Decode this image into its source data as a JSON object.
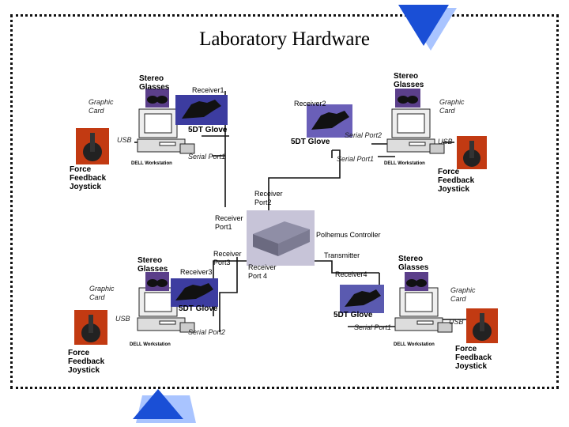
{
  "title": "Laboratory Hardware",
  "labels": {
    "stereo_glasses": "Stereo\nGlasses",
    "graphic_card_italic": "Graphic\nCard",
    "usb": "USB",
    "dell_workstation": "DELL Workstation",
    "force_feedback_joystick": "Force\nFeedback\nJoystick",
    "glove": "5DT Glove",
    "serial_port1": "Serial Port1",
    "serial_port2": "Serial Port2",
    "receiver1": "Receiver1",
    "receiver2": "Receiver2",
    "receiver3": "Receiver3",
    "receiver4": "Receiver4",
    "receiver_port1": "Receiver\nPort1",
    "receiver_port2": "Receiver\nPort2",
    "receiver_port3": "Receiver\nPort3",
    "receiver_port4": "Receiver\nPort 4",
    "polhemus": "Polhemus Controller",
    "transmitter": "Transmitter"
  },
  "colors": {
    "accent": "#1a4fd6",
    "accent_shadow": "#a9c4ff",
    "wire": "#111111"
  }
}
